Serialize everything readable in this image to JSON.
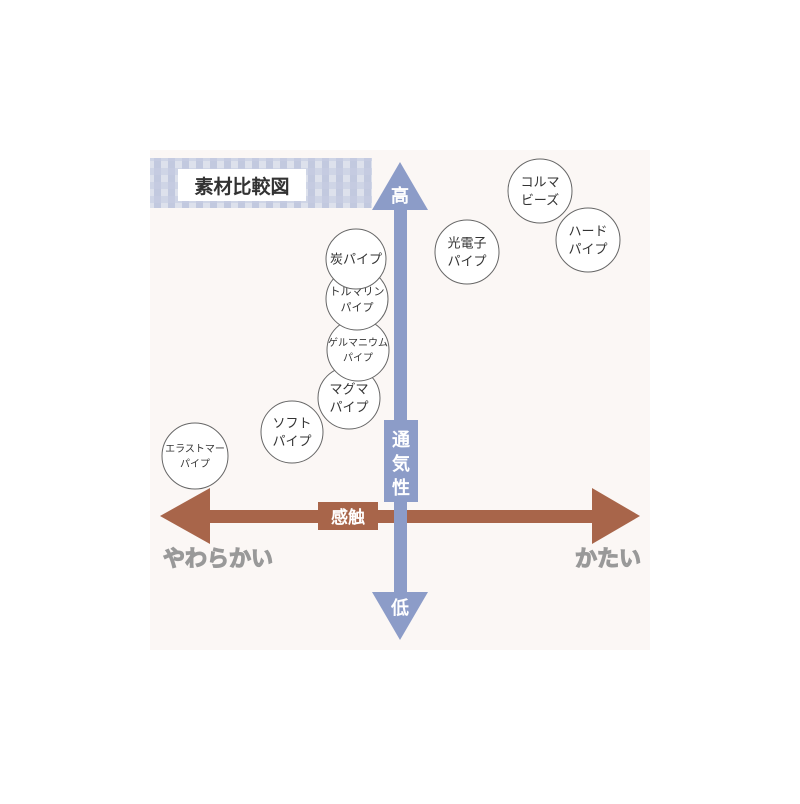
{
  "title": "素材比較図",
  "vertical_axis": {
    "label": "通気性",
    "top": "高",
    "bottom": "低",
    "color": "#8c9cc8"
  },
  "horizontal_axis": {
    "label": "感触",
    "left": "やわらかい",
    "right": "かたい",
    "color": "#a8654a"
  },
  "items": [
    {
      "name": "elastomer-pipe",
      "lines": [
        "エラストマー",
        "パイプ"
      ]
    },
    {
      "name": "soft-pipe",
      "lines": [
        "ソフト",
        "パイプ"
      ]
    },
    {
      "name": "magma-pipe",
      "lines": [
        "マグマ",
        "パイプ"
      ]
    },
    {
      "name": "germanium-pipe",
      "lines": [
        "ゲルマニウム",
        "パイプ"
      ]
    },
    {
      "name": "tourmaline-pipe",
      "lines": [
        "トルマリン",
        "パイプ"
      ]
    },
    {
      "name": "charcoal-pipe",
      "lines": [
        "炭パイプ"
      ]
    },
    {
      "name": "photon-pipe",
      "lines": [
        "光電子",
        "パイプ"
      ]
    },
    {
      "name": "colma-beads",
      "lines": [
        "コルマ",
        "ビーズ"
      ]
    },
    {
      "name": "hard-pipe",
      "lines": [
        "ハード",
        "パイプ"
      ]
    }
  ]
}
